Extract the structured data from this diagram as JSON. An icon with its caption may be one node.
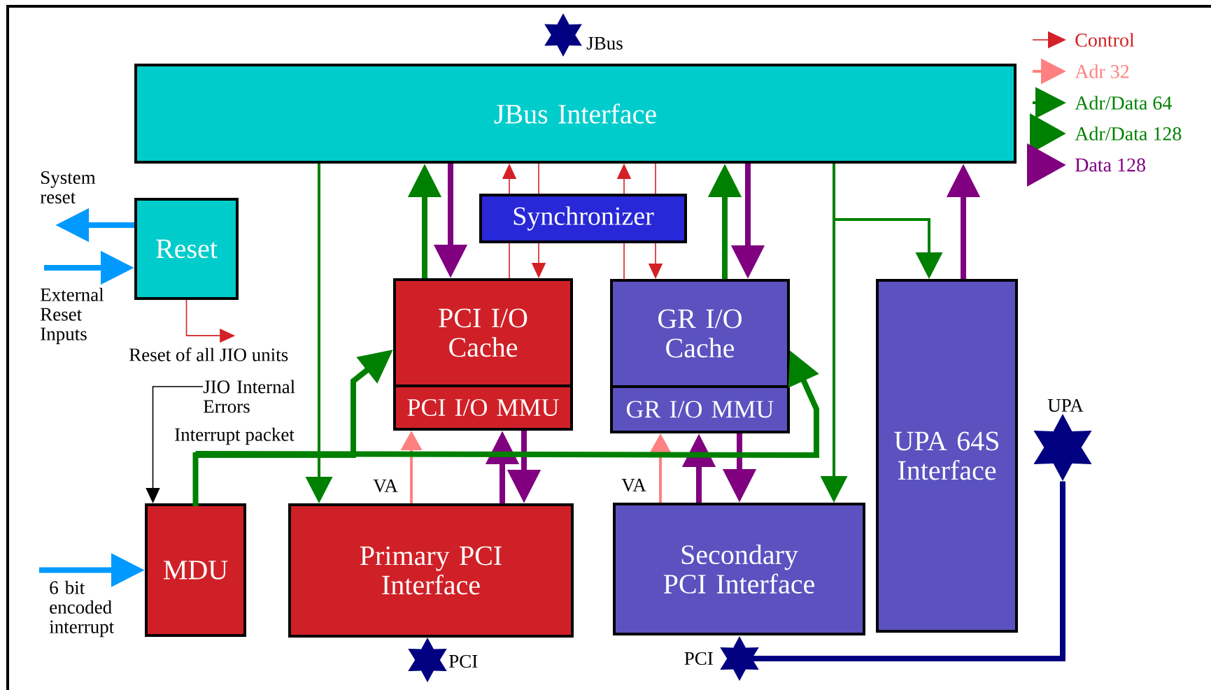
{
  "diagram": {
    "nodes": [
      {
        "text": [
          "JBus Interface"
        ]
      },
      {
        "text": [
          "Synchronizer"
        ]
      },
      {
        "text": [
          "Reset"
        ]
      },
      {
        "text": [
          "PCI I/O Cache"
        ]
      },
      {
        "text": [
          "PCI I/O MMU"
        ]
      },
      {
        "text": [
          "GR I/O Cache"
        ]
      },
      {
        "text": [
          "GR I/O MMU"
        ]
      },
      {
        "text": [
          "UPA 64S Interface"
        ]
      },
      {
        "text": [
          "MDU"
        ]
      },
      {
        "text": [
          "Primary PCI Interface"
        ]
      },
      {
        "text": [
          "Secondary PCI Interface"
        ]
      },
      {
        "text": [
          "System reset"
        ]
      },
      {
        "text": [
          "External Reset Inputs"
        ]
      },
      {
        "text": [
          "Reset of all JIO units"
        ]
      },
      {
        "text": [
          "JIO Internal Errors"
        ]
      },
      {
        "text": [
          "6 bit encoded interrupt"
        ]
      },
      {
        "text": [],
        "shape": "star"
      },
      {
        "text": [],
        "shape": "star"
      },
      {
        "text": [],
        "shape": "star"
      },
      {
        "text": [],
        "shape": "star"
      }
    ],
    "edges": [
      {
        "from": 3,
        "to": 0,
        "arrow": "to",
        "style": "thick",
        "color": "#008000"
      },
      {
        "from": 0,
        "to": 3,
        "arrow": "to",
        "style": "thick",
        "color": "#800080"
      },
      {
        "from": 3,
        "to": 1,
        "arrow": "none",
        "color": "#d42027"
      },
      {
        "from": 1,
        "to": 0,
        "arrow": "to",
        "color": "#d42027"
      },
      {
        "from": 0,
        "to": 1,
        "arrow": "none",
        "color": "#d42027"
      },
      {
        "from": 1,
        "to": 3,
        "arrow": "to",
        "color": "#d42027"
      },
      {
        "from": 5,
        "to": 0,
        "arrow": "to",
        "style": "thick",
        "color": "#008000"
      },
      {
        "from": 0,
        "to": 5,
        "arrow": "to",
        "style": "thick",
        "color": "#800080"
      },
      {
        "from": 5,
        "to": 1,
        "arrow": "none",
        "color": "#d42027"
      },
      {
        "from": 1,
        "to": 0,
        "arrow": "to",
        "color": "#d42027"
      },
      {
        "from": 0,
        "to": 1,
        "arrow": "none",
        "color": "#d42027"
      },
      {
        "from": 1,
        "to": 5,
        "arrow": "to",
        "color": "#d42027"
      },
      {
        "from": 7,
        "to": 0,
        "arrow": "to",
        "style": "thick",
        "color": "#800080"
      },
      {
        "from": 0,
        "to": 9,
        "arrow": "to",
        "color": "#008000"
      },
      {
        "from": 0,
        "to": 10,
        "arrow": "to",
        "color": "#008000"
      },
      {
        "from": 0,
        "to": 7,
        "arrow": "to",
        "color": "#008000"
      },
      {
        "from": 9,
        "to": 4,
        "arrow": "to",
        "color": "#ff8080"
      },
      {
        "from": 9,
        "to": 4,
        "arrow": "to",
        "style": "thick",
        "color": "#800080"
      },
      {
        "from": 4,
        "to": 9,
        "arrow": "to",
        "style": "thick",
        "color": "#800080"
      },
      {
        "from": 10,
        "to": 6,
        "arrow": "to",
        "color": "#ff8080"
      },
      {
        "from": 10,
        "to": 6,
        "arrow": "to",
        "style": "thick",
        "color": "#800080"
      },
      {
        "from": 6,
        "to": 10,
        "arrow": "to",
        "style": "thick",
        "color": "#800080"
      },
      {
        "from": 8,
        "to": 3,
        "arrow": "to",
        "style": "thick",
        "color": "#008000",
        "label": "Interrupt packet"
      },
      {
        "from": 8,
        "to": 5,
        "arrow": "to",
        "style": "thick",
        "color": "#008000"
      },
      {
        "from": 2,
        "to": 11,
        "arrow": "to",
        "style": "thick",
        "color": "#0099ff"
      },
      {
        "from": 12,
        "to": 2,
        "arrow": "to",
        "style": "thick",
        "color": "#0099ff"
      },
      {
        "from": 2,
        "to": 13,
        "arrow": "to",
        "color": "#d42027"
      },
      {
        "from": 14,
        "to": 8,
        "arrow": "to",
        "color": "#000000"
      },
      {
        "from": 15,
        "to": 8,
        "arrow": "to",
        "style": "thick",
        "color": "#0099ff"
      },
      {
        "from": 19,
        "to": 18,
        "arrow": "none",
        "style": "thick",
        "color": "#000080"
      }
    ],
    "labels": [
      "JBus",
      "UPA",
      "VA",
      "VA",
      "PCI",
      "PCI"
    ],
    "legend": [
      {
        "text": "Control"
      },
      {
        "text": "Adr 32"
      },
      {
        "text": "Adr/Data 64"
      },
      {
        "text": "Adr/Data 128"
      },
      {
        "text": "Data 128"
      }
    ]
  }
}
